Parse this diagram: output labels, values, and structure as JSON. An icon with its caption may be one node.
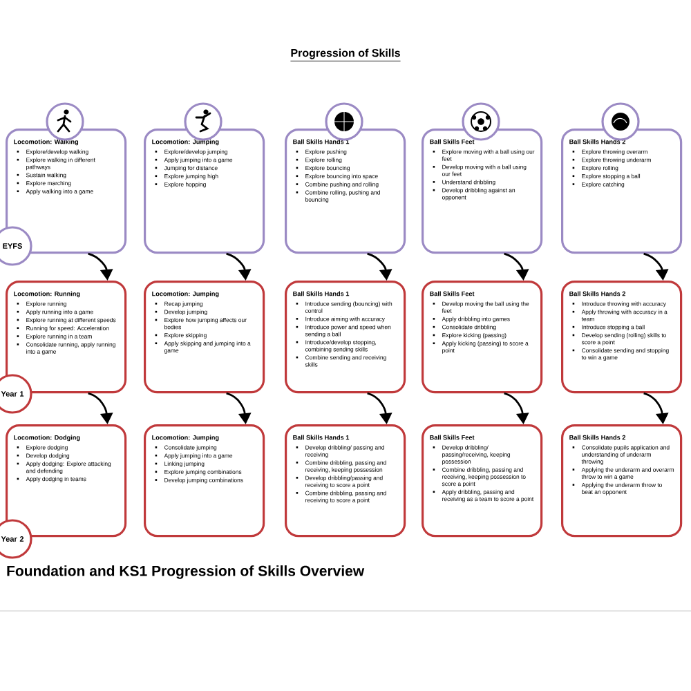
{
  "diagram": {
    "title": "Progression of Skills",
    "caption": "Foundation and KS1 Progression of Skills Overview",
    "nodes": [
      {
        "text": [
          "Locomotion: Walking",
          "Explore/develop walking",
          "Explore walking in different pathways",
          "Sustain walking",
          "Explore marching",
          "Apply walking into a game"
        ]
      },
      {
        "text": [
          "Locomotion: Jumping",
          "Explore/develop jumping",
          "Apply jumping into a game",
          "Jumping for distance",
          "Explore jumping high",
          "Explore hopping"
        ]
      },
      {
        "text": [
          "Ball Skills Hands 1",
          "Explore pushing",
          "Explore rolling",
          "Explore bouncing",
          "Explore bouncing into space",
          "Combine pushing and rolling",
          "Combine rolling, pushing and bouncing"
        ]
      },
      {
        "text": [
          "Ball Skills Feet",
          "Explore moving with a ball using our feet",
          "Develop moving with a ball using our feet",
          "Understand dribbling",
          "Develop dribbling against an opponent"
        ]
      },
      {
        "text": [
          "Ball Skills Hands 2",
          "Explore throwing overarm",
          "Explore throwing underarm",
          "Explore rolling",
          "Explore stopping a ball",
          "Explore catching"
        ]
      },
      {
        "text": [
          "EYFS"
        ]
      },
      {
        "text": [
          "Locomotion: Running",
          "Explore running",
          "Apply running into a game",
          "Explore running at different speeds",
          "Running for speed: Acceleration",
          "Explore running in a team",
          "Consolidate running, apply running into a game"
        ]
      },
      {
        "text": [
          "Locomotion: Jumping",
          "Recap jumping",
          "Develop jumping",
          "Explore how jumping affects our bodies",
          "Explore skipping",
          "Apply skipping and jumping into a game"
        ]
      },
      {
        "text": [
          "Ball Skills Hands 1",
          "Introduce sending (bouncing) with control",
          "Introduce aiming with accuracy",
          "Introduce power and speed when sending a ball",
          "Introduce/develop stopping, combining sending skills",
          "Combine sending and receiving skills"
        ]
      },
      {
        "text": [
          "Ball Skills Feet",
          "Develop moving the ball using the feet",
          "Apply dribbling into games",
          "Consolidate dribbling",
          "Explore kicking (passing)",
          "Apply kicking (passing) to score a point"
        ]
      },
      {
        "text": [
          "Ball Skills Hands 2",
          "Introduce throwing with accuracy",
          "Apply throwing with accuracy in a team",
          "Introduce stopping a ball",
          "Develop sending (rolling) skills to score a point",
          "Consolidate sending and stopping to win a game"
        ]
      },
      {
        "text": [
          "Year 1"
        ]
      },
      {
        "text": [
          "Locomotion: Dodging",
          "Explore dodging",
          "Develop dodging",
          "Apply dodging: Explore attacking and defending",
          "Apply dodging in teams"
        ]
      },
      {
        "text": [
          "Locomotion: Jumping",
          "Consolidate jumping",
          "Apply jumping into a game",
          "Linking jumping",
          "Explore jumping combinations",
          "Develop jumping combinations"
        ]
      },
      {
        "text": [
          "Ball Skills Hands 1",
          "Develop dribbling/ passing and receiving",
          "Combine dribbling, passing and receiving, keeping possession",
          "Develop dribbling/passing and receiving to score a point",
          "Combine dribbling, passing and receiving to score a point"
        ]
      },
      {
        "text": [
          "Ball Skills Feet",
          "Develop dribbling/ passing/receiving, keeping possession",
          "Combine dribbling, passing and receiving, keeping possession to score a point",
          "Apply dribbling, passing and receiving as a team to score a point"
        ]
      },
      {
        "text": [
          "Ball Skills Hands 2",
          "Consolidate pupils application and understanding of underarm throwing",
          "Applying the underarm and overarm throw to win a game",
          "Applying the underarm throw to beat an opponent"
        ]
      },
      {
        "text": [
          "Year 2"
        ]
      }
    ],
    "edges": [
      {
        "from": 0,
        "to": 6,
        "arrow": "to"
      },
      {
        "from": 1,
        "to": 7,
        "arrow": "to"
      },
      {
        "from": 2,
        "to": 8,
        "arrow": "to"
      },
      {
        "from": 3,
        "to": 9,
        "arrow": "to"
      },
      {
        "from": 4,
        "to": 10,
        "arrow": "to"
      },
      {
        "from": 6,
        "to": 12,
        "arrow": "to"
      },
      {
        "from": 7,
        "to": 13,
        "arrow": "to"
      },
      {
        "from": 8,
        "to": 14,
        "arrow": "to"
      },
      {
        "from": 9,
        "to": 15,
        "arrow": "to"
      },
      {
        "from": 10,
        "to": 16,
        "arrow": "to"
      }
    ]
  }
}
